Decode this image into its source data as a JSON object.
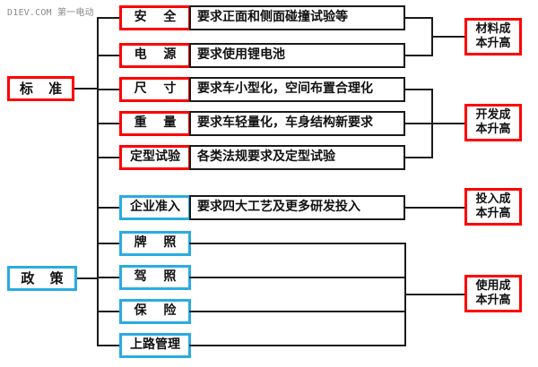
{
  "watermark": "D1EV.COM 第一电动",
  "colors": {
    "standard_accent": "#ff0000",
    "policy_accent": "#29ABE2",
    "line": "#1a1a1a",
    "background": "#ffffff",
    "text": "#111111"
  },
  "roots": {
    "standard": "标  准",
    "policy": "政  策"
  },
  "standard_rows": [
    {
      "label": "安  全",
      "desc": "要求正面和侧面碰撞试验等"
    },
    {
      "label": "电  源",
      "desc": "要求使用锂电池"
    },
    {
      "label": "尺  寸",
      "desc": "要求车小型化，空间布置合理化"
    },
    {
      "label": "重  量",
      "desc": "要求车轻量化，车身结构新要求"
    },
    {
      "label": "定型试验",
      "desc": "各类法规要求及定型试验"
    }
  ],
  "policy_rows": [
    {
      "label": "企业准入",
      "desc": "要求四大工艺及更多研发投入"
    },
    {
      "label": "牌  照",
      "desc": ""
    },
    {
      "label": "驾  照",
      "desc": ""
    },
    {
      "label": "保  险",
      "desc": ""
    },
    {
      "label": "上路管理",
      "desc": ""
    }
  ],
  "outcomes": [
    {
      "line1": "材料成",
      "line2": "本升高"
    },
    {
      "line1": "开发成",
      "line2": "本升高"
    },
    {
      "line1": "投入成",
      "line2": "本升高"
    },
    {
      "line1": "使用成",
      "line2": "本升高"
    }
  ]
}
